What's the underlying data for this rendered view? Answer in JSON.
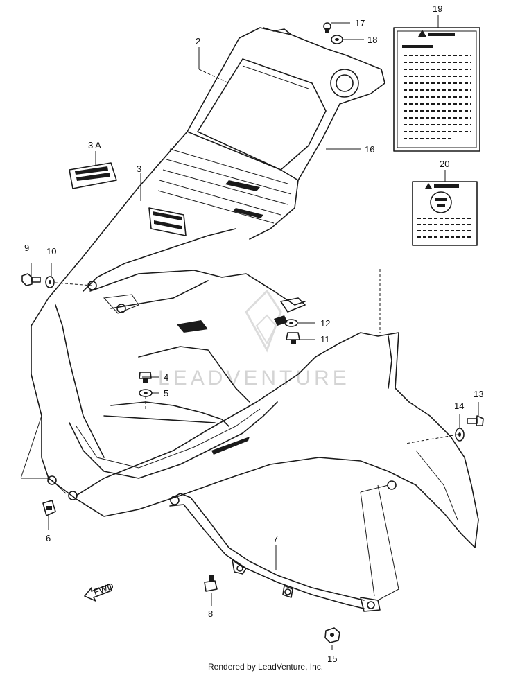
{
  "diagram": {
    "part_numbers": [
      {
        "id": "p2",
        "text": "2"
      },
      {
        "id": "p3",
        "text": "3"
      },
      {
        "id": "p3a",
        "text": "3 A"
      },
      {
        "id": "p4",
        "text": "4"
      },
      {
        "id": "p5",
        "text": "5"
      },
      {
        "id": "p6",
        "text": "6"
      },
      {
        "id": "p7",
        "text": "7"
      },
      {
        "id": "p8",
        "text": "8"
      },
      {
        "id": "p9",
        "text": "9"
      },
      {
        "id": "p10",
        "text": "10"
      },
      {
        "id": "p11",
        "text": "11"
      },
      {
        "id": "p12",
        "text": "12"
      },
      {
        "id": "p13",
        "text": "13"
      },
      {
        "id": "p14",
        "text": "14"
      },
      {
        "id": "p15",
        "text": "15"
      },
      {
        "id": "p16",
        "text": "16"
      },
      {
        "id": "p17",
        "text": "17"
      },
      {
        "id": "p18",
        "text": "18"
      },
      {
        "id": "p19",
        "text": "19"
      },
      {
        "id": "p20",
        "text": "20"
      }
    ],
    "fwd_arrow_text": "FWD",
    "watermark_text": "LEADVENTURE",
    "credit": "Rendered by LeadVenture, Inc.",
    "colors": {
      "line": "#1a1a1a",
      "background": "#ffffff",
      "watermark": "#d4d4d4"
    }
  }
}
